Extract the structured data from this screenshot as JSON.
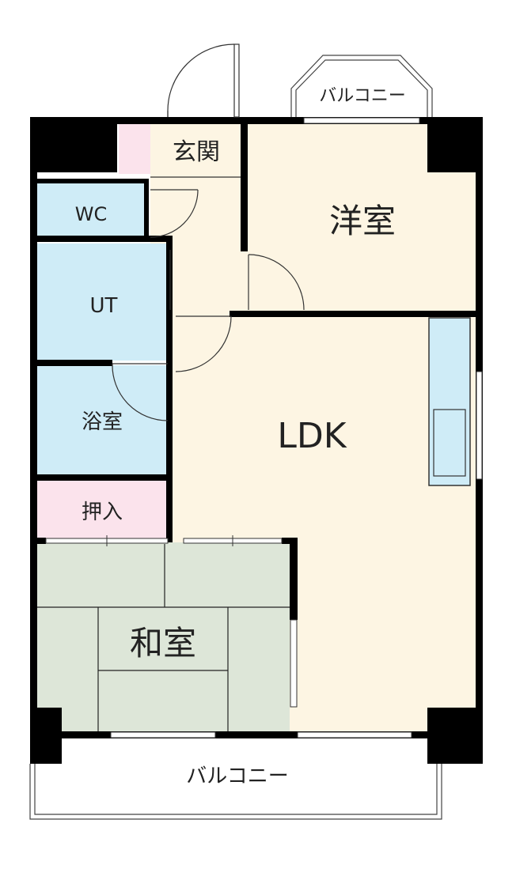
{
  "rooms": {
    "entrance": "玄関",
    "western_room": "洋室",
    "wc": "WC",
    "utility": "UT",
    "bathroom": "浴室",
    "ldk": "LDK",
    "closet": "押入",
    "japanese_room": "和室"
  },
  "balconies": {
    "top": "バルコニー",
    "bottom": "バルコニー"
  },
  "colors": {
    "wall": "#000000",
    "wood_floor": "#fdf5e3",
    "wet_area": "#cfecf7",
    "closet": "#fbe3ec",
    "tatami": "#dde6d8",
    "window": "#ffffff"
  }
}
